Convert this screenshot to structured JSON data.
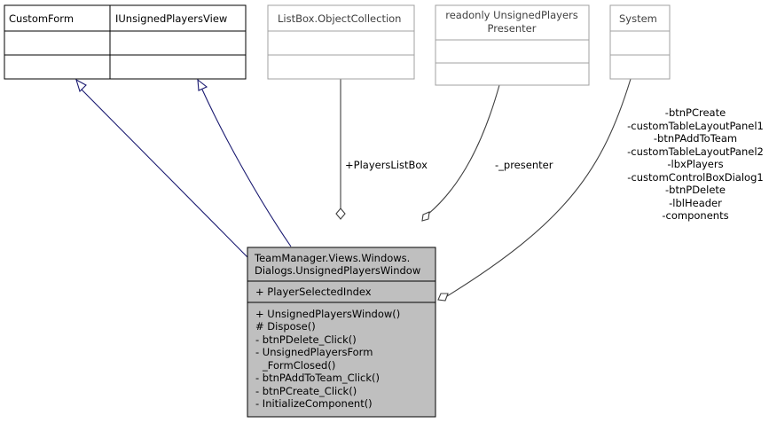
{
  "classes": {
    "custom_form": {
      "name": "CustomForm"
    },
    "iunsigned_view": {
      "name": "IUnsignedPlayersView"
    },
    "objcollection": {
      "name": "ListBox.ObjectCollection"
    },
    "presenter": {
      "name_line1": "readonly UnsignedPlayers",
      "name_line2": "Presenter"
    },
    "system": {
      "name": "System"
    },
    "main": {
      "name_line1": "TeamManager.Views.Windows.",
      "name_line2": "Dialogs.UnsignedPlayersWindow",
      "attributes": [
        "+ PlayerSelectedIndex"
      ],
      "methods": [
        "+ UnsignedPlayersWindow()",
        "# Dispose()",
        "- btnPDelete_Click()",
        "- UnsignedPlayersForm",
        "_FormClosed()",
        "- btnPAddToTeam_Click()",
        "- btnPCreate_Click()",
        "- InitializeComponent()"
      ]
    }
  },
  "edges": {
    "playerslistbox_label": "+PlayersListBox",
    "presenter_label": "-_presenter",
    "system_labels": [
      "-btnPCreate",
      "-customTableLayoutPanel1",
      "-btnPAddToTeam",
      "-customTableLayoutPanel2",
      "-lbxPlayers",
      "-customControlBoxDialog1",
      "-btnPDelete",
      "-lblHeader",
      "-components"
    ]
  }
}
